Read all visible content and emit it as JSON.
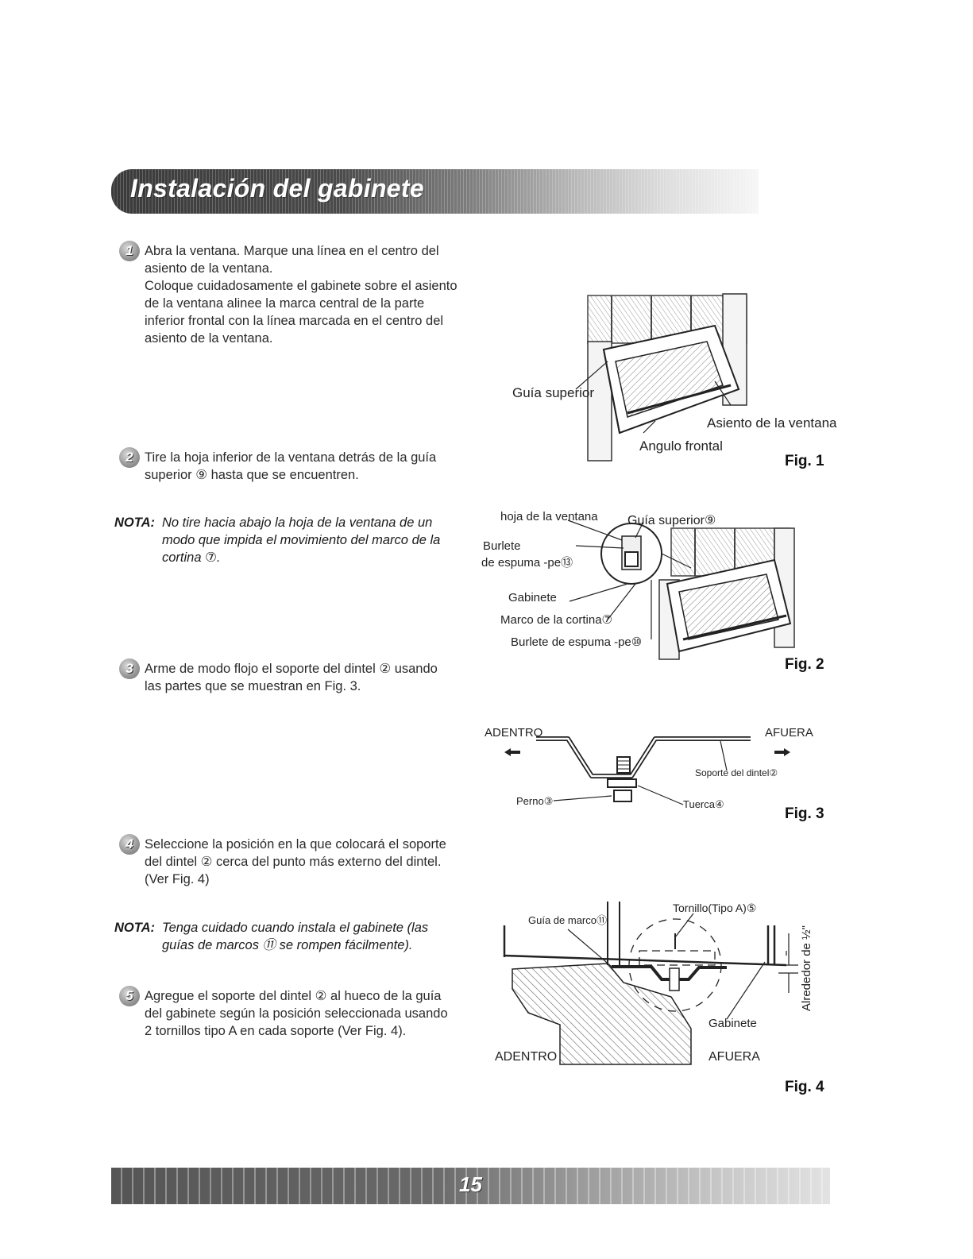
{
  "header": {
    "title": "Instalación del gabinete"
  },
  "steps": [
    {
      "num": "1",
      "lines": [
        "Abra la ventana. Marque una línea en el centro del",
        "asiento de la ventana.",
        "Coloque cuidadosamente el gabinete sobre el asiento",
        "de la ventana alinee la marca central de la parte",
        "inferior frontal con la línea marcada en el centro del",
        "asiento de la ventana."
      ]
    },
    {
      "num": "2",
      "lines": [
        "Tire la hoja inferior de la ventana detrás de la guía",
        "superior ⑨ hasta que se encuentren."
      ]
    },
    {
      "num": "3",
      "lines": [
        "Arme de modo flojo el soporte del dintel ② usando",
        "las partes que se muestran en Fig. 3."
      ]
    },
    {
      "num": "4",
      "lines": [
        "Seleccione la posición en la que colocará el soporte",
        "del dintel ② cerca del punto más externo del dintel.",
        "(Ver Fig. 4)"
      ]
    },
    {
      "num": "5",
      "lines": [
        "Agregue el soporte del dintel ② al hueco de la guía",
        "del gabinete según la posición seleccionada usando",
        "2  tornillos tipo A en cada soporte (Ver Fig. 4)."
      ]
    }
  ],
  "notes": [
    {
      "label": "NOTA:",
      "lines": [
        "No tire hacia abajo la hoja de la ventana de un",
        "modo que impida el movimiento del marco de la",
        "cortina ⑦."
      ]
    },
    {
      "label": "NOTA:",
      "lines": [
        "Tenga cuidado cuando instala el gabinete (las",
        "guías de marcos ⑪ se rompen fácilmente)."
      ]
    }
  ],
  "fig1": {
    "label": "Fig. 1",
    "guia_superior": "Guía superior",
    "asiento": "Asiento de la ventana",
    "angulo": "Angulo frontal"
  },
  "fig2": {
    "label": "Fig. 2",
    "hoja": "hoja de la ventana",
    "guia": "Guía  superior⑨",
    "burlete1a": "Burlete",
    "burlete1b": "de espuma -pe⑬",
    "gabinete": "Gabinete",
    "marco": "Marco de la cortina⑦",
    "burlete2": "Burlete de espuma -pe⑩"
  },
  "fig3": {
    "label": "Fig. 3",
    "adentro": "ADENTRO",
    "afuera": "AFUERA",
    "soporte": "Soporte del dintel②",
    "perno": "Perno③",
    "tuerca": "Tuerca④"
  },
  "fig4": {
    "label": "Fig. 4",
    "guia_marco": "Guía de marco⑪",
    "tornillo": "Tornillo(Tipo A)⑤",
    "alrededor": "Alrededor de ½\"",
    "gabinete": "Gabinete",
    "adentro": "ADENTRO",
    "afuera": "AFUERA"
  },
  "footer": {
    "page": "15"
  }
}
